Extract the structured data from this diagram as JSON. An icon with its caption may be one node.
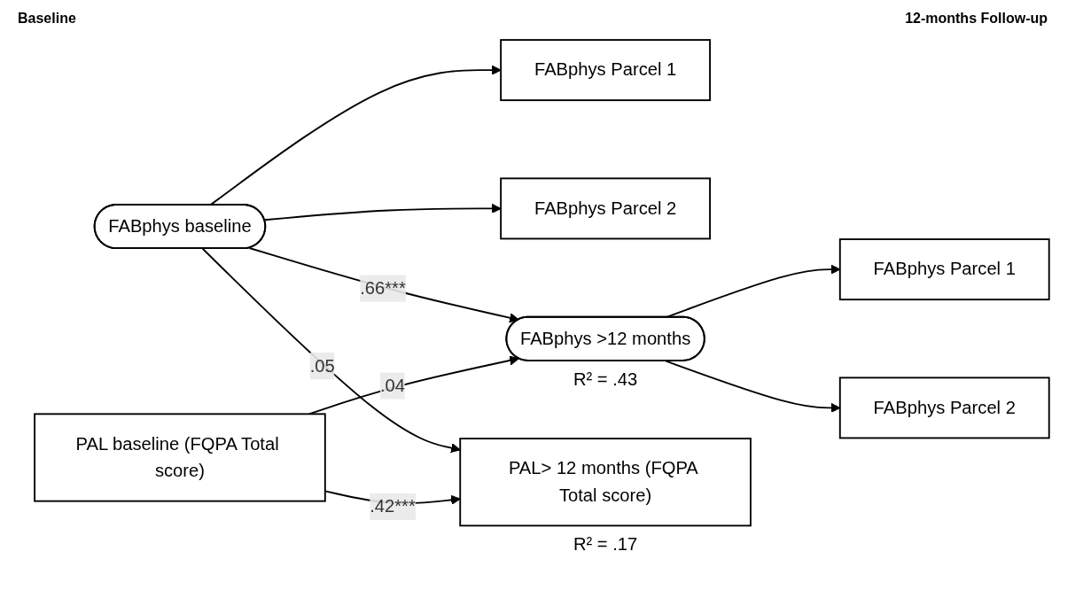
{
  "diagram": {
    "nodes": [
      {
        "text": [
          "FABphys baseline"
        ]
      },
      {
        "text": [
          "FABphys Parcel 1"
        ]
      },
      {
        "text": [
          "FABphys Parcel 2"
        ]
      },
      {
        "text": [
          "FABphys >12 months"
        ],
        "beside": [
          "R² = .43"
        ]
      },
      {
        "text": [
          "FABphys Parcel 1"
        ]
      },
      {
        "text": [
          "FABphys Parcel 2"
        ]
      },
      {
        "text": [
          "PAL baseline (FQPA Total score)"
        ]
      },
      {
        "text": [
          "PAL> 12 months (FQPA Total score)"
        ],
        "beside": [
          "R² = .17"
        ]
      }
    ],
    "edges": [
      {
        "from": 0,
        "to": 1,
        "arrow": "to"
      },
      {
        "from": 0,
        "to": 2,
        "arrow": "to"
      },
      {
        "from": 0,
        "to": 3,
        "arrow": "to",
        "label": ".66***"
      },
      {
        "from": 0,
        "to": 7,
        "arrow": "to",
        "label": ".05"
      },
      {
        "from": 6,
        "to": 3,
        "arrow": "to",
        "label": ".04"
      },
      {
        "from": 6,
        "to": 7,
        "arrow": "to",
        "label": ".42***"
      },
      {
        "from": 3,
        "to": 4,
        "arrow": "to"
      },
      {
        "from": 3,
        "to": 5,
        "arrow": "to"
      }
    ],
    "labels": [
      "Baseline",
      "12-months Follow-up"
    ]
  }
}
